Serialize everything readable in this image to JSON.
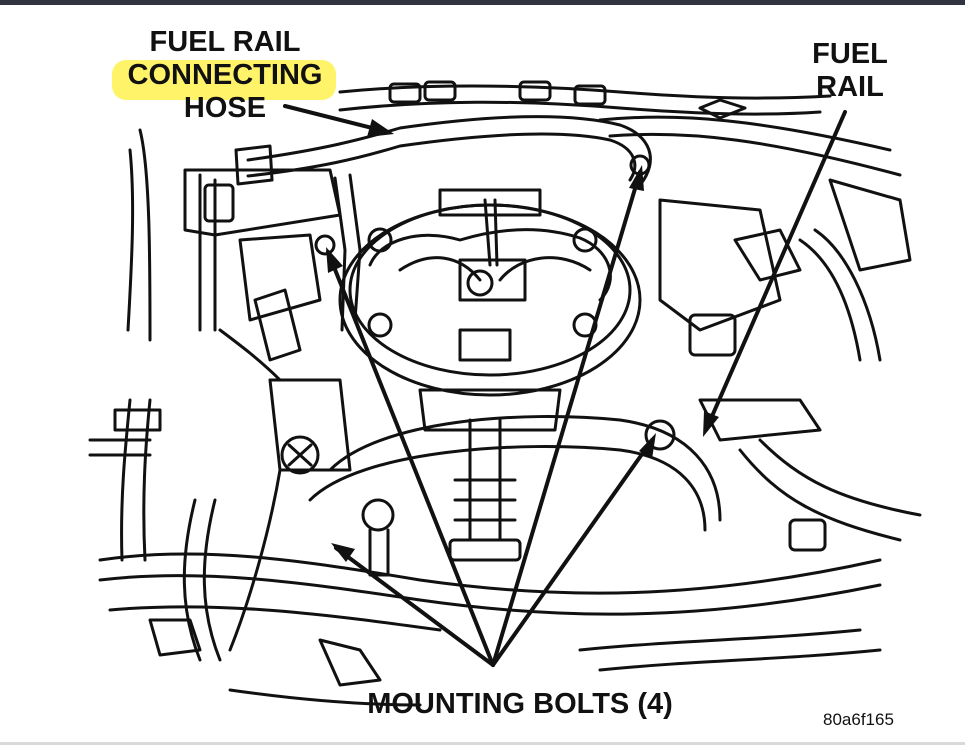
{
  "labels": {
    "hose": [
      "FUEL RAIL",
      "CONNECTING",
      "HOSE"
    ],
    "rail": [
      "FUEL",
      "RAIL"
    ],
    "bolts": "MOUNTING BOLTS (4)"
  },
  "figure_id": "80a6f165",
  "colors": {
    "highlight": "#fff36a",
    "ink": "#111111",
    "frame": "#2f3440"
  }
}
